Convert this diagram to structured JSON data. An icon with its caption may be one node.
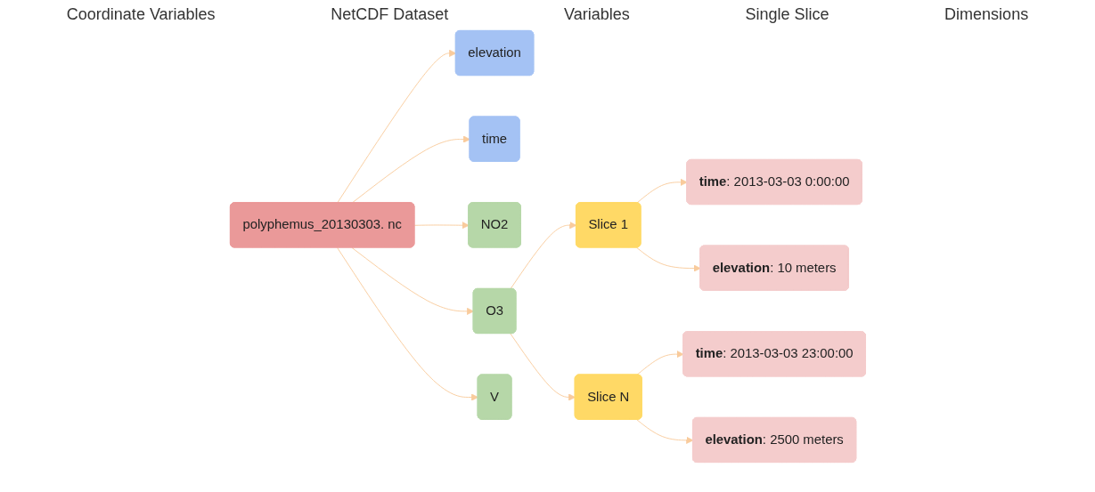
{
  "diagram": {
    "nodes": [
      {
        "text": [
          "elevation"
        ]
      },
      {
        "text": [
          "time"
        ]
      },
      {
        "text": [
          "polyphemus_20130303. nc"
        ]
      },
      {
        "text": [
          "NO2"
        ]
      },
      {
        "text": [
          "O3"
        ]
      },
      {
        "text": [
          "V"
        ]
      },
      {
        "text": [
          "Slice 1"
        ]
      },
      {
        "text": [
          "Slice N"
        ]
      },
      {
        "text": [
          "**time**: 2013-03-03 0:00:00"
        ]
      },
      {
        "text": [
          "**elevation**: 10 meters"
        ]
      },
      {
        "text": [
          "**time**: 2013-03-03 23:00:00"
        ]
      },
      {
        "text": [
          "**elevation**: 2500 meters"
        ]
      }
    ],
    "edges": [
      {
        "from": 2,
        "to": 0,
        "arrow": "to"
      },
      {
        "from": 2,
        "to": 1,
        "arrow": "to"
      },
      {
        "from": 2,
        "to": 3,
        "arrow": "to"
      },
      {
        "from": 2,
        "to": 4,
        "arrow": "to"
      },
      {
        "from": 2,
        "to": 5,
        "arrow": "to"
      },
      {
        "from": 4,
        "to": 6,
        "arrow": "to"
      },
      {
        "from": 4,
        "to": 7,
        "arrow": "to"
      },
      {
        "from": 6,
        "to": 8,
        "arrow": "to"
      },
      {
        "from": 6,
        "to": 9,
        "arrow": "to"
      },
      {
        "from": 7,
        "to": 10,
        "arrow": "to"
      },
      {
        "from": 7,
        "to": 11,
        "arrow": "to"
      }
    ],
    "labels": [
      "Coordinate Variables",
      "NetCDF Dataset",
      "Variables",
      "Single Slice",
      "Dimensions"
    ]
  }
}
